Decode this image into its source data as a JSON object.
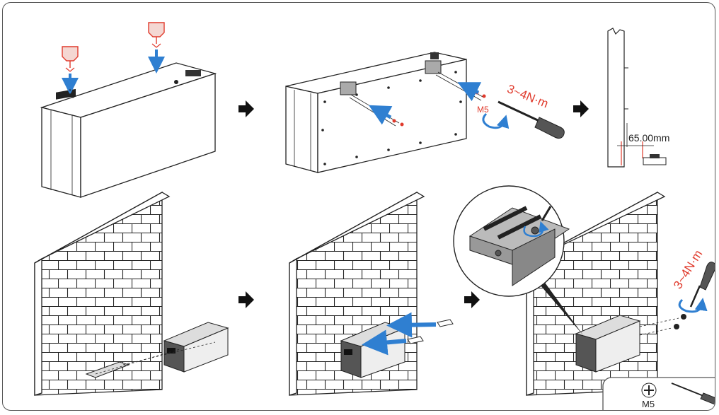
{
  "steps": {
    "top_torque": "3~4N·m",
    "top_screw_size": "M5",
    "spacing": "65.00mm",
    "bottom_torque": "3~4N·m",
    "legend_screw_size": "M5"
  },
  "colors": {
    "arrow_blue": "#2f7fd1",
    "bracket_red": "#e03a2c",
    "rotate_blue": "#2f7fd1",
    "line": "#222222"
  }
}
